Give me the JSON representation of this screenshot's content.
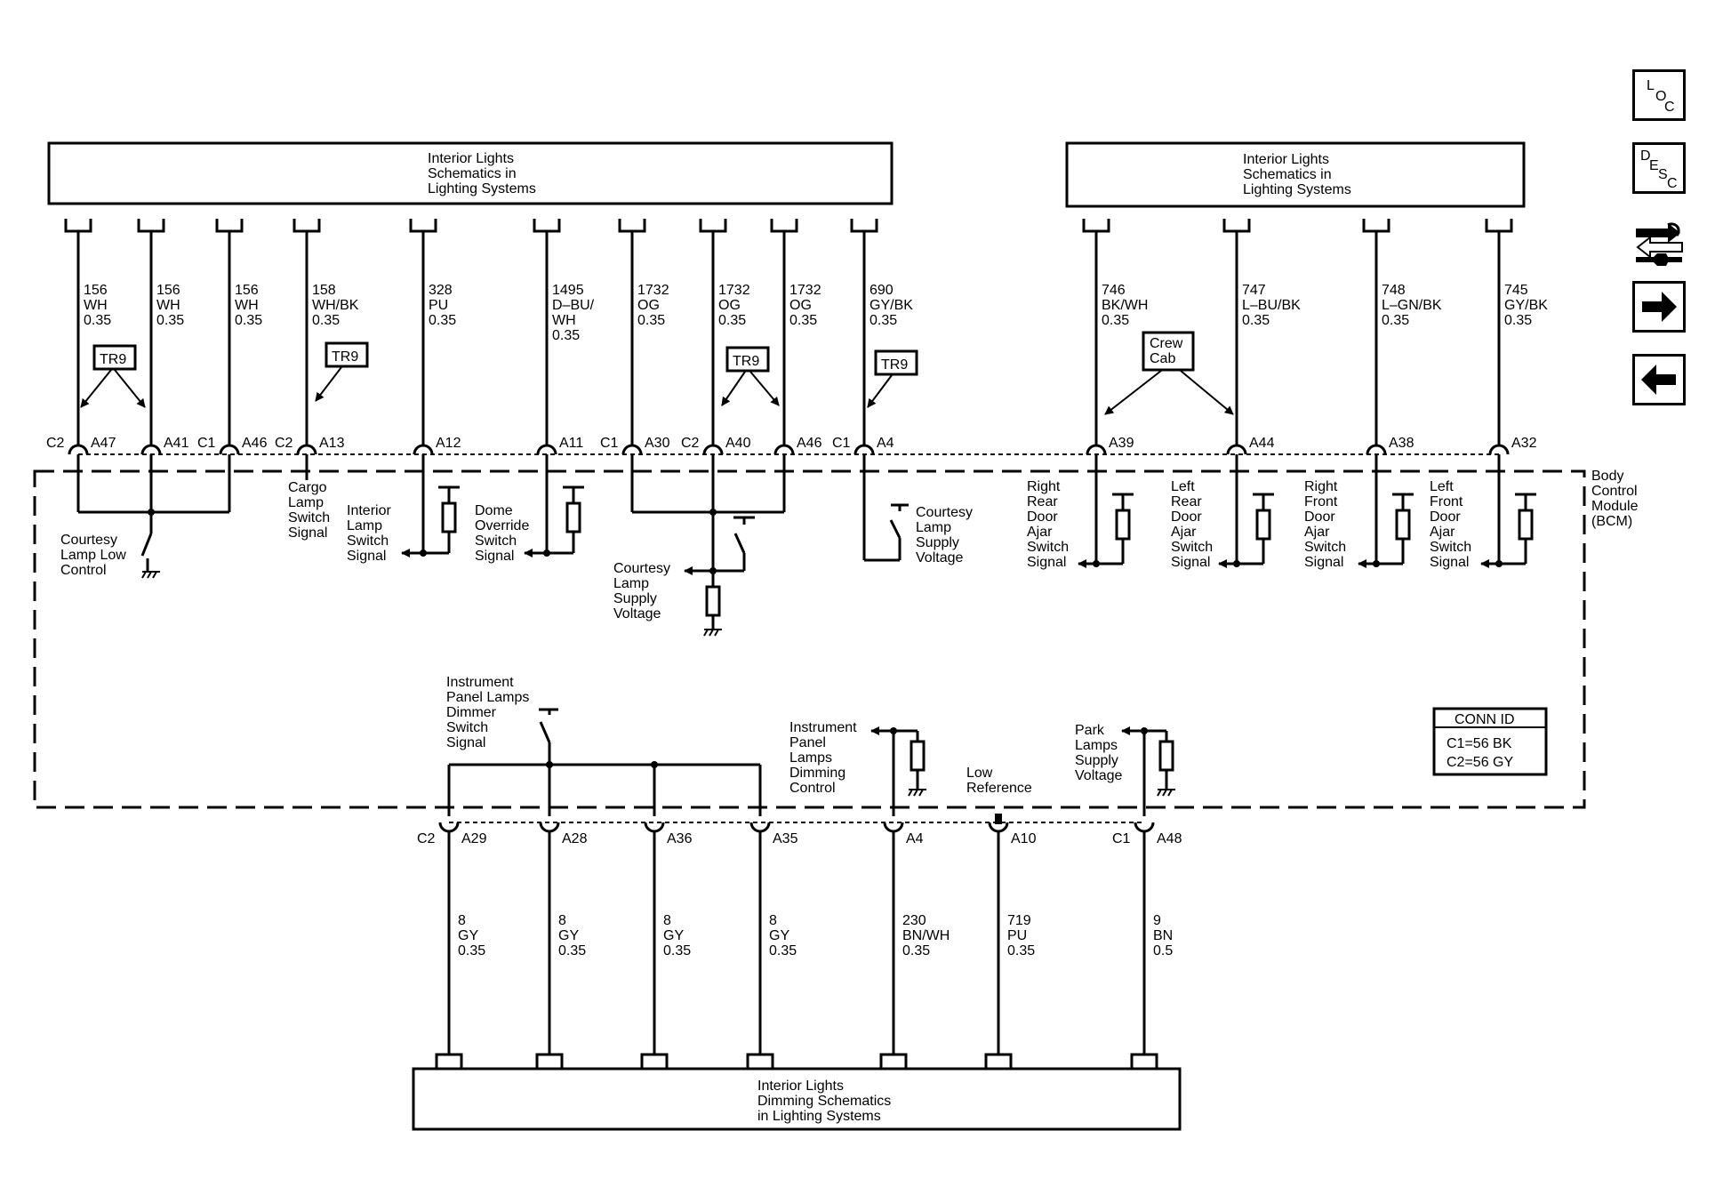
{
  "top_left_box": [
    "Interior Lights",
    "Schematics in",
    "Lighting Systems"
  ],
  "top_right_box": [
    "Interior Lights",
    "Schematics in",
    "Lighting Systems"
  ],
  "bottom_box": [
    "Interior Lights",
    "Dimming Schematics",
    "in Lighting Systems"
  ],
  "bcm_label": [
    "Body",
    "Control",
    "Module",
    "(BCM)"
  ],
  "conn_id": {
    "title": "CONN ID",
    "c1": "C1=56 BK",
    "c2": "C2=56 GY"
  },
  "tr9": "TR9",
  "crew_cab": [
    "Crew",
    "Cab"
  ],
  "nav": {
    "loc": [
      "L",
      "O",
      "C"
    ],
    "desc": [
      "D",
      "E",
      "S",
      "C"
    ]
  },
  "top_wires": [
    {
      "circuit": "156",
      "color": "WH",
      "gauge": "0.35",
      "conn": "C2",
      "pin": "A47"
    },
    {
      "circuit": "156",
      "color": "WH",
      "gauge": "0.35",
      "conn": "",
      "pin": "A41"
    },
    {
      "circuit": "156",
      "color": "WH",
      "gauge": "0.35",
      "conn": "C1",
      "pin": "A46"
    },
    {
      "circuit": "158",
      "color": "WH/BK",
      "gauge": "0.35",
      "conn": "C2",
      "pin": "A13"
    },
    {
      "circuit": "328",
      "color": "PU",
      "gauge": "0.35",
      "conn": "",
      "pin": "A12"
    },
    {
      "circuit": "1495",
      "color": "D–BU/",
      "color2": "WH",
      "gauge": "0.35",
      "conn": "",
      "pin": "A11"
    },
    {
      "circuit": "1732",
      "color": "OG",
      "gauge": "0.35",
      "conn": "C1",
      "pin": "A30"
    },
    {
      "circuit": "1732",
      "color": "OG",
      "gauge": "0.35",
      "conn": "C2",
      "pin": "A40"
    },
    {
      "circuit": "1732",
      "color": "OG",
      "gauge": "0.35",
      "conn": "",
      "pin": "A46"
    },
    {
      "circuit": "690",
      "color": "GY/BK",
      "gauge": "0.35",
      "conn": "C1",
      "pin": "A4"
    },
    {
      "circuit": "746",
      "color": "BK/WH",
      "gauge": "0.35",
      "conn": "",
      "pin": "A39"
    },
    {
      "circuit": "747",
      "color": "L–BU/BK",
      "gauge": "0.35",
      "conn": "",
      "pin": "A44"
    },
    {
      "circuit": "748",
      "color": "L–GN/BK",
      "gauge": "0.35",
      "conn": "",
      "pin": "A38"
    },
    {
      "circuit": "745",
      "color": "GY/BK",
      "gauge": "0.35",
      "conn": "",
      "pin": "A32"
    }
  ],
  "bottom_wires": [
    {
      "circuit": "8",
      "color": "GY",
      "gauge": "0.35",
      "conn": "C2",
      "pin": "A29"
    },
    {
      "circuit": "8",
      "color": "GY",
      "gauge": "0.35",
      "conn": "",
      "pin": "A28"
    },
    {
      "circuit": "8",
      "color": "GY",
      "gauge": "0.35",
      "conn": "",
      "pin": "A36"
    },
    {
      "circuit": "8",
      "color": "GY",
      "gauge": "0.35",
      "conn": "",
      "pin": "A35"
    },
    {
      "circuit": "230",
      "color": "BN/WH",
      "gauge": "0.35",
      "conn": "",
      "pin": "A4"
    },
    {
      "circuit": "719",
      "color": "PU",
      "gauge": "0.35",
      "conn": "",
      "pin": "A10"
    },
    {
      "circuit": "9",
      "color": "BN",
      "gauge": "0.5",
      "conn": "C1",
      "pin": "A48"
    }
  ],
  "signals": {
    "courtesy_low": [
      "Courtesy",
      "Lamp Low",
      "Control"
    ],
    "cargo": [
      "Cargo",
      "Lamp",
      "Switch",
      "Signal"
    ],
    "interior_lamp": [
      "Interior",
      "Lamp",
      "Switch",
      "Signal"
    ],
    "dome_override": [
      "Dome",
      "Override",
      "Switch",
      "Signal"
    ],
    "courtesy_supply_1": [
      "Courtesy",
      "Lamp",
      "Supply",
      "Voltage"
    ],
    "courtesy_supply_2": [
      "Courtesy",
      "Lamp",
      "Supply",
      "Voltage"
    ],
    "right_rear": [
      "Right",
      "Rear",
      "Door",
      "Ajar",
      "Switch",
      "Signal"
    ],
    "left_rear": [
      "Left",
      "Rear",
      "Door",
      "Ajar",
      "Switch",
      "Signal"
    ],
    "right_front": [
      "Right",
      "Front",
      "Door",
      "Ajar",
      "Switch",
      "Signal"
    ],
    "left_front": [
      "Left",
      "Front",
      "Door",
      "Ajar",
      "Switch",
      "Signal"
    ],
    "ip_dimmer": [
      "Instrument",
      "Panel Lamps",
      "Dimmer",
      "Switch",
      "Signal"
    ],
    "ip_dimming_ctrl": [
      "Instrument",
      "Panel",
      "Lamps",
      "Dimming",
      "Control"
    ],
    "low_ref": [
      "Low",
      "Reference"
    ],
    "park_supply": [
      "Park",
      "Lamps",
      "Supply",
      "Voltage"
    ]
  }
}
